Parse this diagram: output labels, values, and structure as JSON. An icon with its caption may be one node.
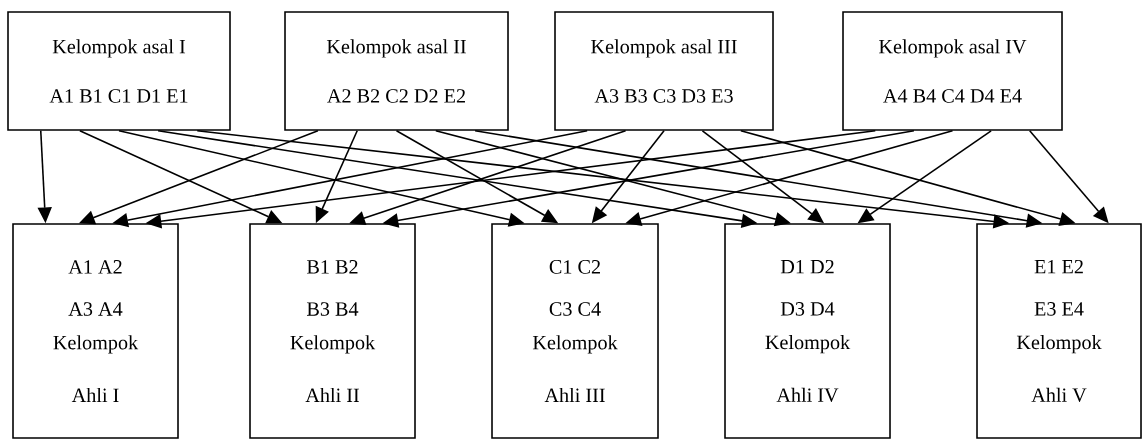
{
  "diagram": {
    "nodes": [
      {
        "text": [
          "Kelompok asal I",
          "A1 B1 C1 D1 E1"
        ]
      },
      {
        "text": [
          "Kelompok asal II",
          "A2 B2 C2 D2 E2"
        ]
      },
      {
        "text": [
          "Kelompok asal III",
          "A3 B3 C3 D3 E3"
        ]
      },
      {
        "text": [
          "Kelompok asal IV",
          "A4 B4 C4 D4 E4"
        ]
      },
      {
        "text": [
          "A1 A2",
          "A3 A4",
          "Kelompok Ahli I"
        ]
      },
      {
        "text": [
          "B1 B2",
          "B3 B4",
          "Kelompok Ahli II"
        ]
      },
      {
        "text": [
          "C1 C2",
          "C3 C4",
          "Kelompok Ahli III"
        ]
      },
      {
        "text": [
          "D1 D2",
          "D3 D4",
          "Kelompok Ahli IV"
        ]
      },
      {
        "text": [
          "E1 E2",
          "E3 E4",
          "Kelompok Ahli V"
        ]
      }
    ],
    "edges": [
      {
        "from": 0,
        "to": 4,
        "arrow": "to"
      },
      {
        "from": 0,
        "to": 5,
        "arrow": "to"
      },
      {
        "from": 0,
        "to": 6,
        "arrow": "to"
      },
      {
        "from": 0,
        "to": 7,
        "arrow": "to"
      },
      {
        "from": 0,
        "to": 8,
        "arrow": "to"
      },
      {
        "from": 1,
        "to": 4,
        "arrow": "to"
      },
      {
        "from": 1,
        "to": 5,
        "arrow": "to"
      },
      {
        "from": 1,
        "to": 6,
        "arrow": "to"
      },
      {
        "from": 1,
        "to": 7,
        "arrow": "to"
      },
      {
        "from": 1,
        "to": 8,
        "arrow": "to"
      },
      {
        "from": 2,
        "to": 4,
        "arrow": "to"
      },
      {
        "from": 2,
        "to": 5,
        "arrow": "to"
      },
      {
        "from": 2,
        "to": 6,
        "arrow": "to"
      },
      {
        "from": 2,
        "to": 7,
        "arrow": "to"
      },
      {
        "from": 2,
        "to": 8,
        "arrow": "to"
      },
      {
        "from": 3,
        "to": 4,
        "arrow": "to"
      },
      {
        "from": 3,
        "to": 5,
        "arrow": "to"
      },
      {
        "from": 3,
        "to": 6,
        "arrow": "to"
      },
      {
        "from": 3,
        "to": 7,
        "arrow": "to"
      },
      {
        "from": 3,
        "to": 8,
        "arrow": "to"
      }
    ]
  }
}
